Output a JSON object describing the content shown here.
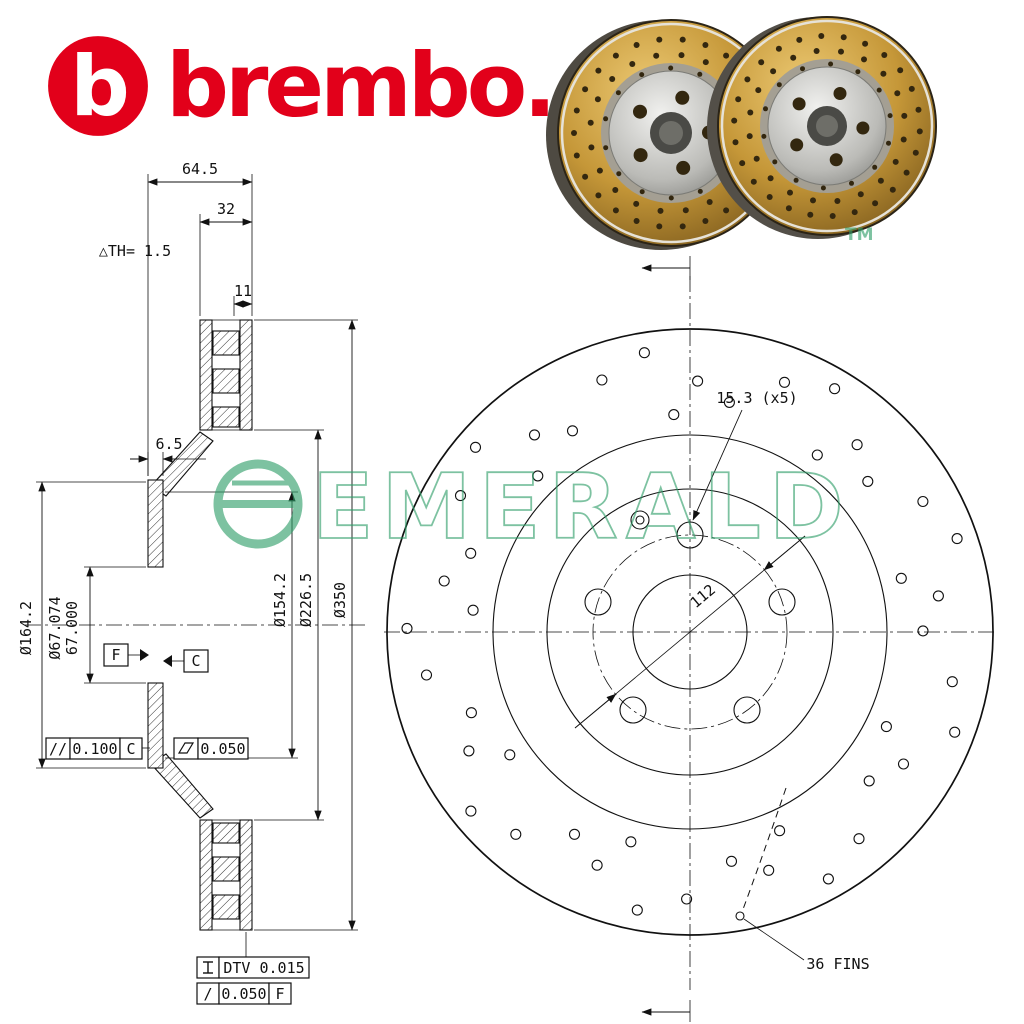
{
  "brand": {
    "wordmark": "brembo.",
    "logo_letter": "b",
    "color": "#e2001a"
  },
  "watermark": {
    "text": "EMERALD",
    "tm": "TM",
    "color": "#2f9e68"
  },
  "section_view": {
    "dim_overall_width": "64.5",
    "dim_disc_thickness": "32",
    "dim_wear_limit": "△TH= 1.5",
    "dim_hat_offset": "11",
    "dim_plate_thickness": "6.5",
    "dim_hat_flange_dia": "Ø164.2",
    "dim_bore_max": "Ø67.074",
    "dim_bore_min": "67.000",
    "dim_inner_dia": "Ø154.2",
    "dim_friction_inner_dia": "Ø226.5",
    "dim_outer_dia": "Ø350",
    "datum_f": "F",
    "datum_c": "C",
    "fcf_parallelism": {
      "symbol": "//",
      "value": "0.100",
      "datum": "C"
    },
    "fcf_flatness": {
      "value": "0.050"
    },
    "fcf_dtv": {
      "value": "DTV 0.015"
    },
    "fcf_runout": {
      "symbol": "/",
      "value": "0.050",
      "datum": "F"
    }
  },
  "front_view": {
    "dim_bolt_holes": "15.3 (x5)",
    "dim_bolt_circle": "112",
    "fins_label": "36 FINS"
  }
}
